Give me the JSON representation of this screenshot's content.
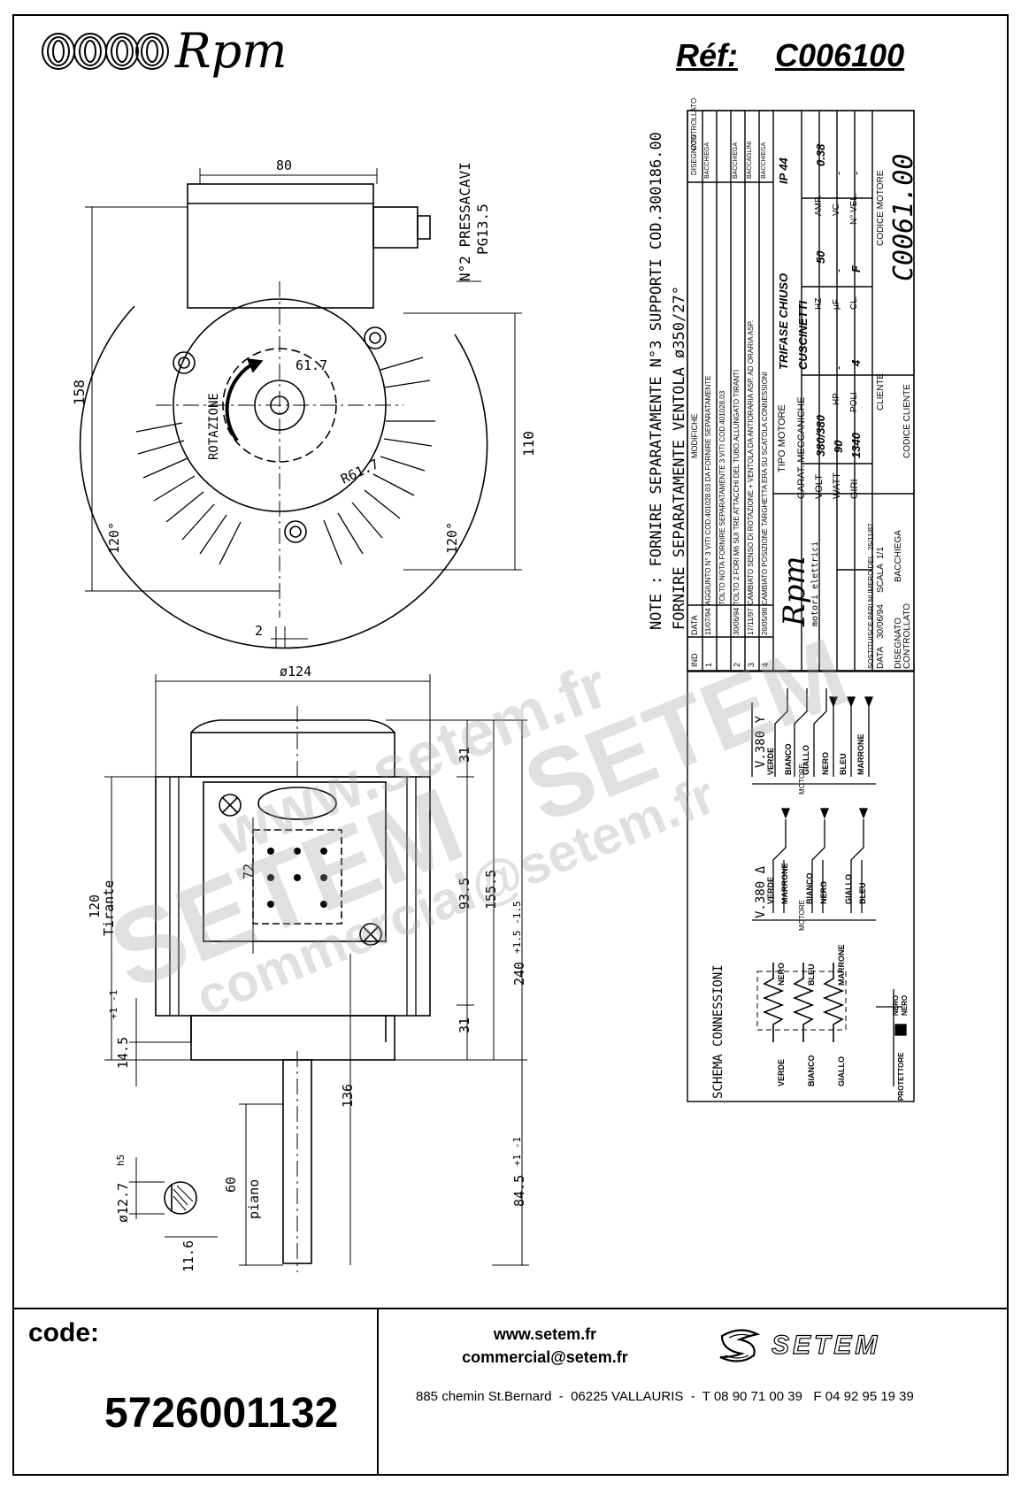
{
  "header": {
    "brand": "Rpm",
    "ref_label": "Réf:",
    "ref_value": "C006100"
  },
  "notes": {
    "line1": "NOTE : FORNIRE SEPARATAMENTE N°3 SUPPORTI COD.300186.00",
    "line2": "FORNIRE SEPARATAMENTE VENTOLA ø350/27°"
  },
  "front_view": {
    "dim_80": "80",
    "dim_158": "158",
    "dim_110": "110",
    "dim_61_7": "61.7",
    "dim_r61_7": "R61.7",
    "angle_left": "120°",
    "angle_right": "120°",
    "cable_gland_1": "N°2 PRESSACAVI",
    "cable_gland_2": "PG13.5",
    "rotation": "ROTAZIONE",
    "dim_2": "2"
  },
  "side_view": {
    "dim_124": "ø124",
    "dim_31_top": "31",
    "dim_93_5": "93.5",
    "dim_155_5": "155.5",
    "dim_240": "240",
    "dim_240_tol": "+1.5 -1.5",
    "dim_31_bottom": "31",
    "dim_72": "72",
    "dim_120": "120",
    "tirante": "Tirante",
    "dim_14_5": "14.5",
    "dim_14_5_tol": "+1 -1",
    "dim_136": "136",
    "dim_84_5": "84.5",
    "dim_84_5_tol": "+1 -1",
    "dim_60": "60",
    "piano": "piano",
    "dim_12_7": "ø12.7",
    "dim_12_7_tol": "h5",
    "dim_11_6": "11.6"
  },
  "revisions": [
    {
      "ind": "4",
      "date": "26/05/98",
      "text": "CAMBIATO POSIZIONE TARGHETTA ERA SU SCATOLA CONNESSIONI",
      "sign": "BACCHIEGA"
    },
    {
      "ind": "3",
      "date": "17/11/97",
      "text": "CAMBIATO SENSO DI ROTAZIONE + VENTOLA DA ANTIORARIA ASP. AD ORARIA ASP.",
      "sign": "BACCAGLINI"
    },
    {
      "ind": "2",
      "date": "30/06/94",
      "text": "TOLTO 2 FORI M6 SUI TRE ATTACCHI DEL TUBO.ALLUNGATO TIRANTI",
      "sign": "BACCHIEGA"
    },
    {
      "ind": "1",
      "date": "11/07/94",
      "text": "AGGIUNTO N° 3 VITI COD.401028.03 DA FORNIRE SEPARATAMENTE",
      "sign": "BACCHIEGA"
    }
  ],
  "revision_extra": "TOLTO NOTA FORNIRE SEPARATAMENTE 3 VITI COD.401028.03",
  "revision_headers": {
    "ind": "IND",
    "date": "DATA",
    "mods": "MODIFICHE",
    "drawn": "DISEGNATO",
    "checked": "CONTROLLATO"
  },
  "title_block": {
    "company_sub": "motori elettrici",
    "tipo_motore_label": "TIPO MOTORE",
    "tipo_motore": "TRIFASE CHIUSO",
    "ip": "IP 44",
    "carat_label": "CARAT. MECCANICHE",
    "carat": "CUSCINETTI",
    "volt_label": "VOLT",
    "volt": "380/380",
    "hz_label": "HZ",
    "hz": "50",
    "amp_label": "AMP.",
    "amp": "0.38",
    "watt_label": "WATT",
    "watt": "90",
    "hp_label": "HP",
    "hp": "-",
    "uf_label": "µF",
    "uf": "-",
    "vc_label": "VC",
    "vc": "-",
    "giri_label": "GIRI",
    "giri": "1340",
    "poli_label": "POLI",
    "poli": "4",
    "cl_label": "CL.",
    "cl": "F",
    "nvel_label": "N° VEL.",
    "nvel": "-",
    "sost_label": "SOSTITUISCE PARI NUMERO DEL",
    "sost_date": "25/11/87",
    "data_label": "DATA",
    "data": "30/06/94",
    "scala_label": "SCALA",
    "scala": "1/1",
    "disegnato_label": "DISEGNATO",
    "disegnato": "BACCHIEGA",
    "controllato_label": "CONTROLLATO",
    "cliente_label": "CLIENTE",
    "codice_motore_label": "CODICE MOTORE",
    "codice_motore": "C0061.00",
    "codice_cliente_label": "CODICE CLIENTE"
  },
  "schema": {
    "title": "SCHEMA CONNESSIONI",
    "v380_star": "V.380 Y",
    "v380_delta": "V.380 Δ",
    "motore": "MOTORE",
    "protettore": "PROTETTORE",
    "star_wires": [
      "VERDE",
      "BIANCO",
      "GIALLO",
      "NERO",
      "BLEU",
      "MARRONE"
    ],
    "delta_wires": [
      "VERDE",
      "MARRONE",
      "BIANCO",
      "NERO",
      "GIALLO",
      "BLEU"
    ],
    "coil_top": [
      "NERO",
      "BLEU",
      "MARRONE"
    ],
    "coil_bottom": [
      "VERDE",
      "BIANCO",
      "GIALLO"
    ],
    "prot_wires": [
      "NERO",
      "NERO"
    ]
  },
  "watermarks": {
    "w1": "www.setem.fr",
    "w2": "SETEM",
    "w3": "commercial@setem.fr"
  },
  "footer": {
    "code_label": "code:",
    "code_value": "5726001132",
    "website": "www.setem.fr",
    "email": "commercial@setem.fr",
    "address": "885 chemin St.Bernard  -  06225 VALLAURIS  -  T 08 90 71 00 39   F 04 92 95 19 39",
    "brand": "SETEM"
  }
}
